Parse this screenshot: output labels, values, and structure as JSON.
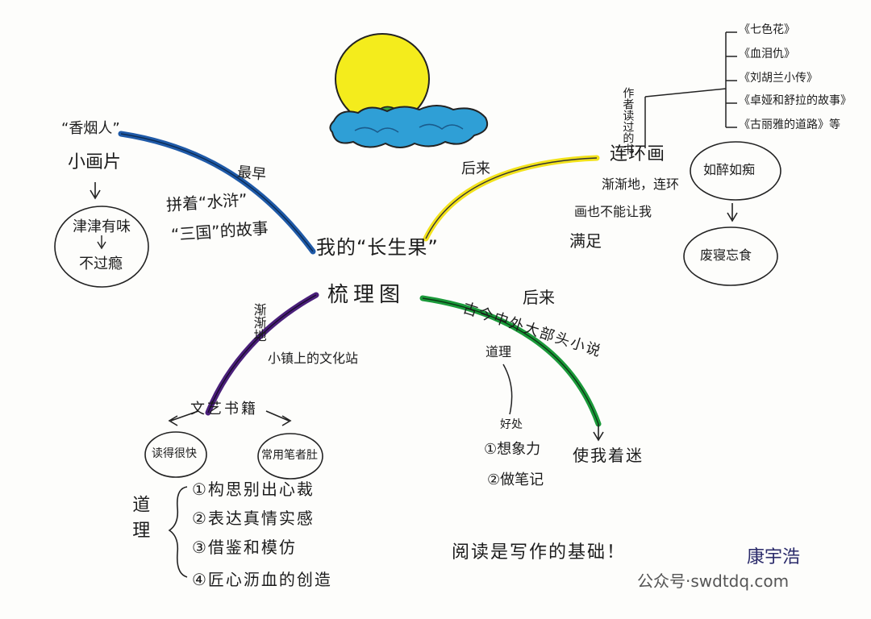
{
  "center": {
    "line1": "我的“长生果”",
    "line2": "梳理图"
  },
  "branch_blue": {
    "tag": "最早",
    "story": [
      "拼着“水浒”",
      "“三国”的故事"
    ],
    "pictures": [
      "“香烟人”",
      "小画片"
    ],
    "result_top": "津津有味",
    "result_bottom": "不过瘾"
  },
  "branch_yellow": {
    "tag": "后来",
    "title": "连环画",
    "side_note": "作者读过的书",
    "books": [
      "《七色花》",
      "《血泪仇》",
      "《刘胡兰小传》",
      "《卓娅和舒拉的故事》",
      "《古丽雅的道路》等"
    ],
    "gradually": [
      "渐渐地，连环",
      "画也不能让我",
      "满足"
    ],
    "oval_top": "如醉如痴",
    "oval_bottom": "废寝忘食"
  },
  "branch_purple": {
    "tag": "渐渐地",
    "shop": "小镇上的文化站",
    "books": "文艺书籍",
    "oval_left": "读得很快",
    "oval_right": "常用笔者肚"
  },
  "branch_green": {
    "tag": "后来",
    "novels": "古今中外大部头小说",
    "reason": "道理",
    "effect": "使我着迷",
    "benefits_title": "好处",
    "benefits": [
      "①想象力",
      "②做笔记"
    ]
  },
  "principle": {
    "label": "道理",
    "items": [
      "①构思别出心裁",
      "②表达真情实感",
      "③借鉴和模仿",
      "④匠心沥血的创造"
    ]
  },
  "conclusion": "阅读是写作的基础！",
  "signature": "康宇浩",
  "watermark": "公众号·swdtdq.com",
  "colors": {
    "sun": "#f4ec1c",
    "cloud": "#2f9fd6",
    "blue_branch": "#1f5aa8",
    "yellow_branch": "#f2e21a",
    "purple_branch": "#4a1f7a",
    "green_branch": "#1b9a3a"
  }
}
